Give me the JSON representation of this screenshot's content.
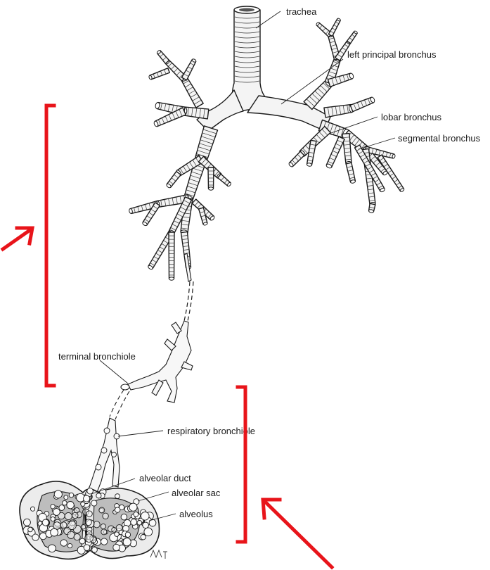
{
  "labels": {
    "trachea": "trachea",
    "left_principal_bronchus": "left principal bronchus",
    "lobar_bronchus": "lobar bronchus",
    "segmental_bronchus": "segmental bronchus",
    "terminal_bronchiole": "terminal bronchiole",
    "respiratory_bronchiole": "respiratory bronchiole",
    "alveolar_duct": "alveolar duct",
    "alveolar_sac": "alveolar sac",
    "alveolus": "alveolus"
  },
  "colors": {
    "annotation_red": "#e8141a",
    "ink": "#1a1a1a"
  }
}
